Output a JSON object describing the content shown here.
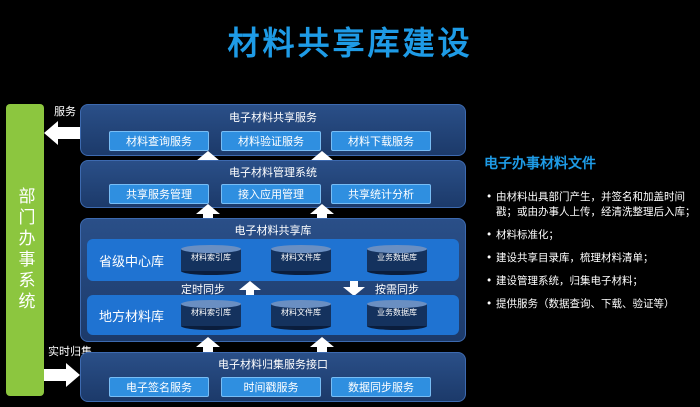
{
  "title": "材料共享库建设",
  "dept_system": "部门办事系统",
  "side_labels": {
    "service": "服务",
    "realtime": "实时归集"
  },
  "share_service": {
    "title": "电子材料共享服务",
    "buttons": [
      "材料查询服务",
      "材料验证服务",
      "材料下载服务"
    ]
  },
  "management": {
    "title": "电子材料管理系统",
    "buttons": [
      "共享服务管理",
      "接入应用管理",
      "共享统计分析"
    ]
  },
  "library": {
    "title": "电子材料共享库",
    "provincial": {
      "label": "省级中心库",
      "dbs": [
        "材料索引库",
        "材料文件库",
        "业务数据库"
      ]
    },
    "local": {
      "label": "地方材料库",
      "dbs": [
        "材料索引库",
        "材料文件库",
        "业务数据库"
      ]
    },
    "sync_up": "定时同步",
    "sync_down": "按需同步"
  },
  "collect": {
    "title": "电子材料归集服务接口",
    "buttons": [
      "电子签名服务",
      "时间戳服务",
      "数据同步服务"
    ]
  },
  "right": {
    "title": "电子办事材料文件",
    "bullet": "•",
    "items": [
      "由材料出具部门产生，并签名和加盖时间戳；或由办事人上传，经清洗整理后入库；",
      "材料标准化；",
      "建设共享目录库，梳理材料清单；",
      "建设管理系统，归集电子材料；",
      "提供服务（数据查询、下载、验证等）"
    ]
  },
  "colors": {
    "accent": "#1e9be6",
    "dept": "#8cc63f",
    "panel": "#1c3a6a",
    "button": "#2f8fe0"
  }
}
